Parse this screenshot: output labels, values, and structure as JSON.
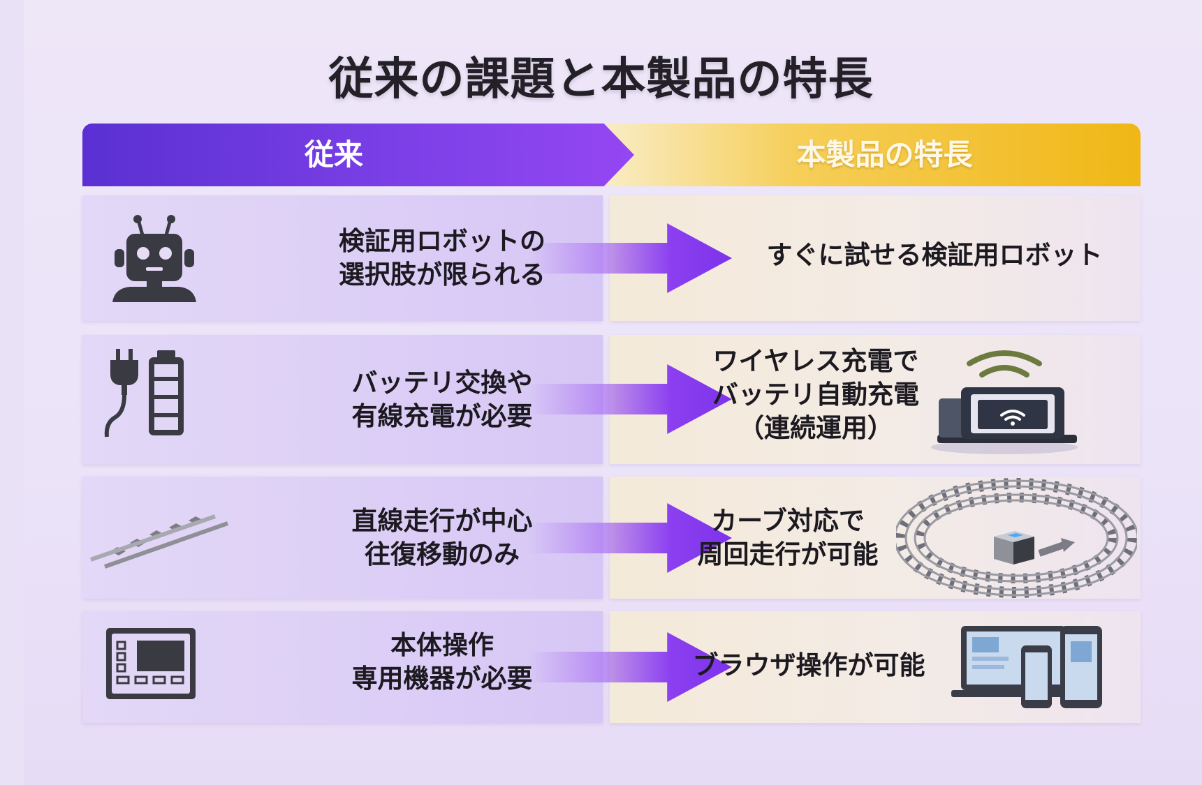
{
  "title": "従来の課題と本製品の特長",
  "header": {
    "left_label": "従来",
    "right_label": "本製品の特長"
  },
  "rows": [
    {
      "left_icon": "robot-icon",
      "left_lines": [
        "検証用ロボットの",
        "選択肢が限られる"
      ],
      "right_lines": [
        "すぐに試せる検証用ロボット"
      ],
      "right_icon": ""
    },
    {
      "left_icon": "plug-battery-icon",
      "left_lines": [
        "バッテリ交換や",
        "有線充電が必要"
      ],
      "right_lines": [
        "ワイヤレス充電で",
        "バッテリ自動充電",
        "（連続運用）"
      ],
      "right_icon": "wireless-charging-icon"
    },
    {
      "left_icon": "rail-track-icon",
      "left_lines": [
        "直線走行が中心",
        "往復移動のみ"
      ],
      "right_lines": [
        "カーブ対応で",
        "周回走行が可能"
      ],
      "right_icon": "circular-track-icon"
    },
    {
      "left_icon": "control-panel-icon",
      "left_lines": [
        "本体操作",
        "専用機器が必要"
      ],
      "right_lines": [
        "ブラウザ操作が可能"
      ],
      "right_icon": "devices-icon"
    }
  ],
  "colors": {
    "purple": "#7a3fe6",
    "gold": "#f0b715",
    "icon_dark": "#3a3a42",
    "text": "#1c1a20"
  }
}
